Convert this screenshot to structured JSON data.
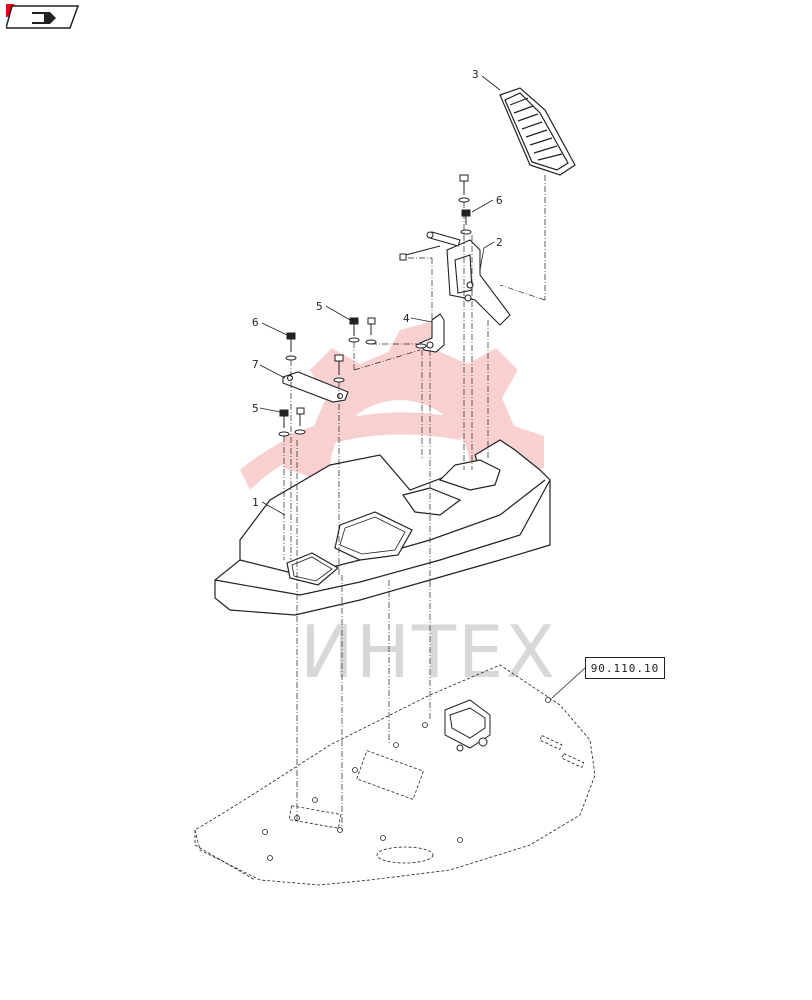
{
  "nav": {
    "icon": "back-arrow-icon"
  },
  "watermark": {
    "text": "ИНТЕХ",
    "color": "#f2a0a0",
    "gear_icon": "gear-icon"
  },
  "reference": {
    "label": "90.110.10"
  },
  "callouts": [
    {
      "id": "callout-1",
      "label": "1"
    },
    {
      "id": "callout-2",
      "label": "2"
    },
    {
      "id": "callout-3",
      "label": "3"
    },
    {
      "id": "callout-4",
      "label": "4"
    },
    {
      "id": "callout-5a",
      "label": "5"
    },
    {
      "id": "callout-5b",
      "label": "5"
    },
    {
      "id": "callout-6a",
      "label": "6"
    },
    {
      "id": "callout-6b",
      "label": "6"
    },
    {
      "id": "callout-7",
      "label": "7"
    }
  ],
  "colors": {
    "line": "#222222",
    "accent": "#e8001c"
  }
}
